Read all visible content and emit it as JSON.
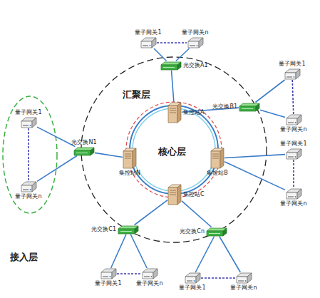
{
  "diagram": {
    "nodes": [
      {
        "text": [
          "量子网关1"
        ]
      },
      {
        "text": [
          "量子网关n"
        ]
      },
      {
        "text": [
          "光交换A1"
        ]
      },
      {
        "text": [
          "集控站A"
        ]
      },
      {
        "text": [
          "光交换B1"
        ]
      },
      {
        "text": [
          "量子网关1"
        ]
      },
      {
        "text": [
          "量子网关n"
        ]
      },
      {
        "text": [
          "集控站B"
        ]
      },
      {
        "text": [
          "量子网关1"
        ]
      },
      {
        "text": [
          "量子网关n"
        ]
      },
      {
        "text": [
          "集控站C"
        ]
      },
      {
        "text": [
          "光交换C1"
        ]
      },
      {
        "text": [
          "量子网关1"
        ]
      },
      {
        "text": [
          "量子网关n"
        ]
      },
      {
        "text": [
          "光交换Cn"
        ]
      },
      {
        "text": [
          "量子网关1"
        ]
      },
      {
        "text": [
          "量子网关n"
        ]
      },
      {
        "text": [
          "集控站N"
        ]
      },
      {
        "text": [
          "光交换N1"
        ]
      },
      {
        "text": [
          "量子网关1"
        ]
      },
      {
        "text": [
          "量子网关n"
        ]
      }
    ],
    "edges": [
      {
        "from": 2,
        "to": 0,
        "arrow": "none"
      },
      {
        "from": 2,
        "to": 1,
        "arrow": "none"
      },
      {
        "from": 0,
        "to": 1,
        "arrow": "none"
      },
      {
        "from": 2,
        "to": 3,
        "arrow": "none"
      },
      {
        "from": 4,
        "to": 3,
        "arrow": "none"
      },
      {
        "from": 4,
        "to": 5,
        "arrow": "none"
      },
      {
        "from": 4,
        "to": 6,
        "arrow": "none"
      },
      {
        "from": 5,
        "to": 6,
        "arrow": "none"
      },
      {
        "from": 7,
        "to": 8,
        "arrow": "none"
      },
      {
        "from": 7,
        "to": 9,
        "arrow": "none"
      },
      {
        "from": 8,
        "to": 9,
        "arrow": "none"
      },
      {
        "from": 11,
        "to": 10,
        "arrow": "none"
      },
      {
        "from": 14,
        "to": 10,
        "arrow": "none"
      },
      {
        "from": 11,
        "to": 12,
        "arrow": "none"
      },
      {
        "from": 11,
        "to": 13,
        "arrow": "none"
      },
      {
        "from": 12,
        "to": 13,
        "arrow": "none"
      },
      {
        "from": 14,
        "to": 15,
        "arrow": "none"
      },
      {
        "from": 14,
        "to": 16,
        "arrow": "none"
      },
      {
        "from": 15,
        "to": 16,
        "arrow": "none"
      },
      {
        "from": 18,
        "to": 17,
        "arrow": "none"
      },
      {
        "from": 18,
        "to": 19,
        "arrow": "none"
      },
      {
        "from": 18,
        "to": 20,
        "arrow": "none"
      },
      {
        "from": 19,
        "to": 20,
        "arrow": "none"
      }
    ],
    "labels": [
      "汇聚层",
      "核心层",
      "接入层"
    ]
  }
}
